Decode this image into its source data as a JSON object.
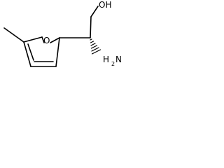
{
  "molecule": {
    "atoms": {
      "oxygen_ring": "O",
      "hydroxyl": "OH",
      "amine_h": "H",
      "amine_n": "N",
      "amine_sub": "2"
    }
  }
}
